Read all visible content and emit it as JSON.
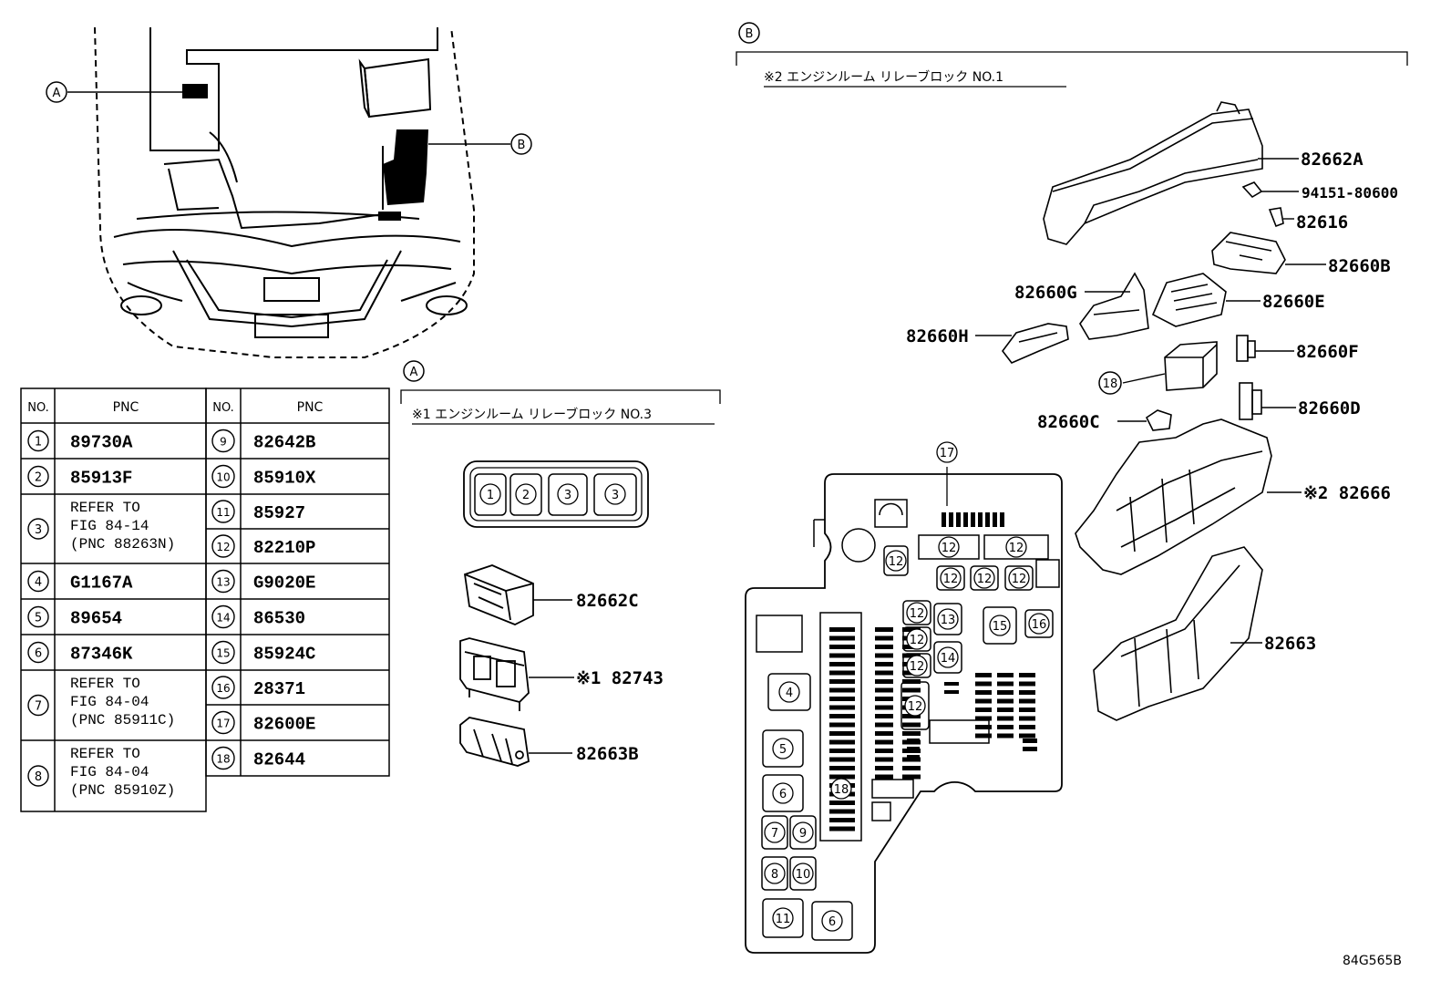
{
  "callouts": {
    "a": "A",
    "b": "B"
  },
  "sections": {
    "a": {
      "tag": "A",
      "title": "※1 エンジンルーム  リレーブロック NO.3"
    },
    "b": {
      "tag": "B",
      "title": "※2 エンジンルーム  リレーブロック NO.1"
    }
  },
  "table": {
    "headers": {
      "no": "NO.",
      "pnc": "PNC"
    },
    "left_rows": [
      {
        "no": "1",
        "pnc": [
          "89730A"
        ]
      },
      {
        "no": "2",
        "pnc": [
          "85913F"
        ]
      },
      {
        "no": "3",
        "pnc": [
          "REFER TO",
          "FIG 84-14",
          "(PNC 88263N)"
        ]
      },
      {
        "no": "4",
        "pnc": [
          "G1167A"
        ]
      },
      {
        "no": "5",
        "pnc": [
          "89654"
        ]
      },
      {
        "no": "6",
        "pnc": [
          "87346K"
        ]
      },
      {
        "no": "7",
        "pnc": [
          "REFER TO",
          "FIG 84-04",
          "(PNC 85911C)"
        ]
      },
      {
        "no": "8",
        "pnc": [
          "REFER TO",
          "FIG 84-04",
          "(PNC 85910Z)"
        ]
      }
    ],
    "right_rows": [
      {
        "no": "9",
        "pnc": "82642B"
      },
      {
        "no": "10",
        "pnc": "85910X"
      },
      {
        "no": "11",
        "pnc": "85927"
      },
      {
        "no": "12",
        "pnc": "82210P"
      },
      {
        "no": "13",
        "pnc": "G9020E"
      },
      {
        "no": "14",
        "pnc": "86530"
      },
      {
        "no": "15",
        "pnc": "85924C"
      },
      {
        "no": "16",
        "pnc": "28371"
      },
      {
        "no": "17",
        "pnc": "82600E"
      },
      {
        "no": "18",
        "pnc": "82644"
      }
    ]
  },
  "relay_no3": {
    "slots": [
      "1",
      "2",
      "3",
      "3"
    ]
  },
  "parts_a": {
    "p1": "82662C",
    "p2": "※1 82743",
    "p3": "82663B"
  },
  "parts_b": {
    "p1": "82662A",
    "p2": "94151-80600",
    "p3": "82616",
    "p4": "82660B",
    "p5": "82660G",
    "p6": "82660E",
    "p7": "82660H",
    "p8": "82660F",
    "p9": "82660D",
    "p10": "82660C",
    "p11": "※2 82666",
    "p12": "82663",
    "p13": "18"
  },
  "layout_labels": {
    "n17": "17",
    "n12a": "12",
    "n12b": "12",
    "n12c": "12",
    "n12d": "12",
    "n12e": "12",
    "n12f": "12",
    "n12g": "12",
    "n12h": "12",
    "n12i": "12",
    "n13": "13",
    "n14": "14",
    "n15": "15",
    "n16": "16",
    "n4": "4",
    "n5": "5",
    "n6a": "6",
    "n6b": "6",
    "n7": "7",
    "n8": "8",
    "n9": "9",
    "n10": "10",
    "n11": "11",
    "n18": "18"
  },
  "figure_id": "84G565B"
}
